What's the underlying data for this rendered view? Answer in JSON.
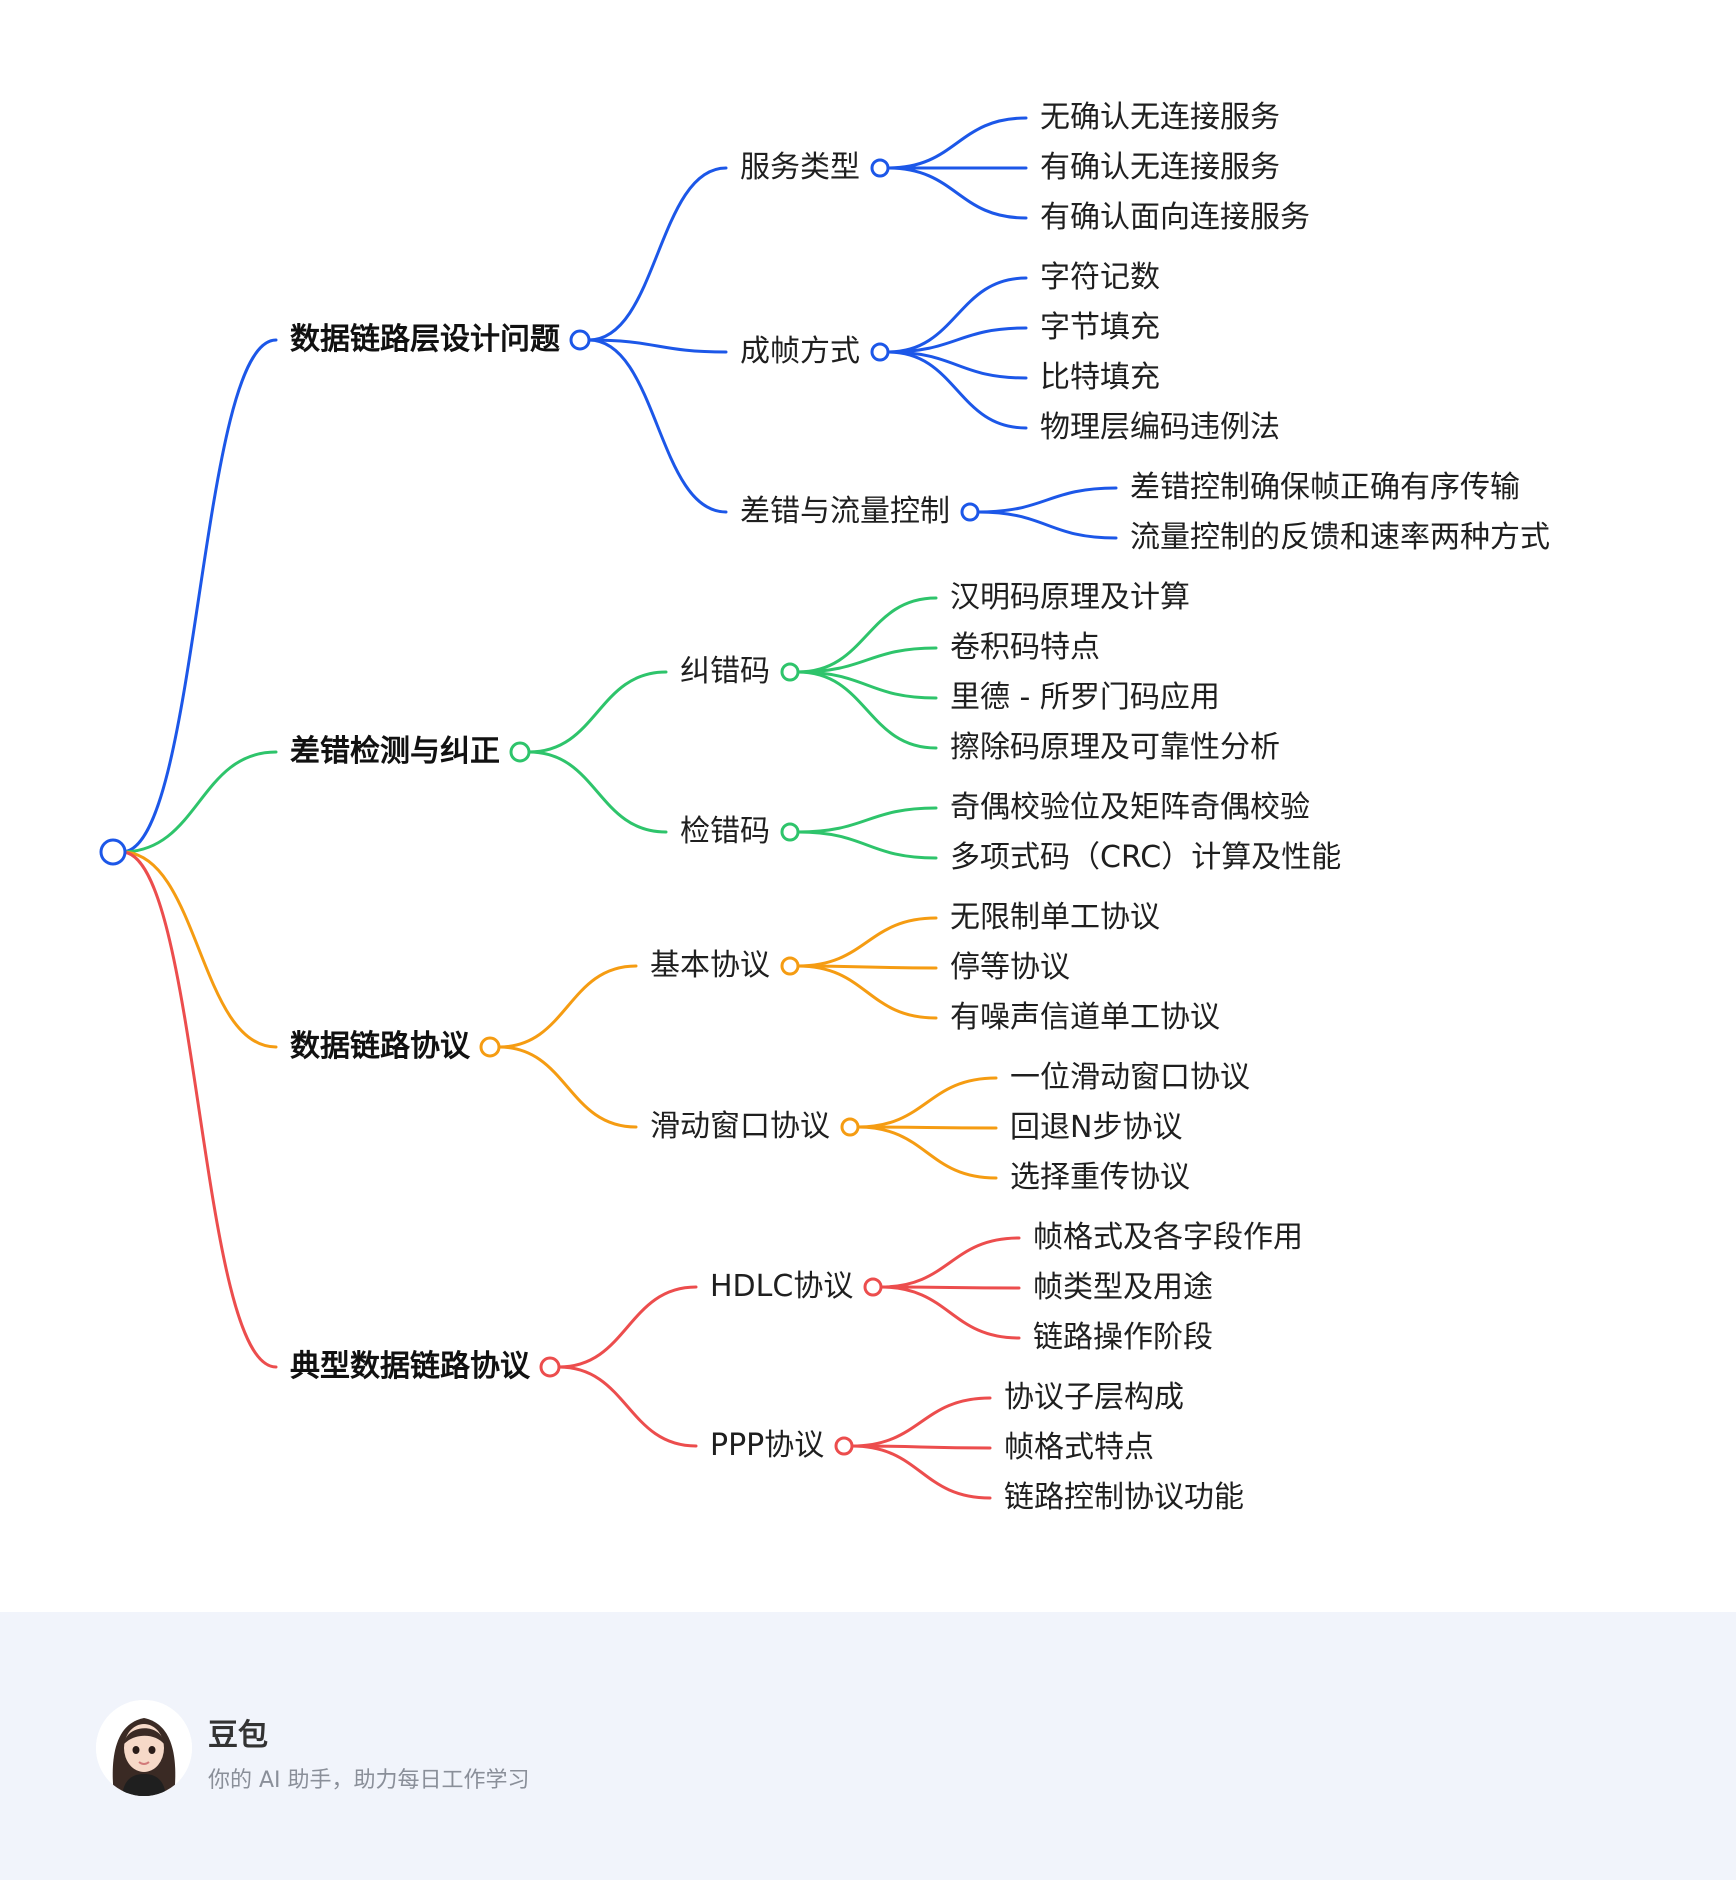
{
  "mindmap": {
    "branches": [
      {
        "label": "数据链路层设计问题",
        "color": "#1c57e8",
        "children": [
          {
            "label": "服务类型",
            "children": [
              "无确认无连接服务",
              "有确认无连接服务",
              "有确认面向连接服务"
            ]
          },
          {
            "label": "成帧方式",
            "children": [
              "字符记数",
              "字节填充",
              "比特填充",
              "物理层编码违例法"
            ]
          },
          {
            "label": "差错与流量控制",
            "children": [
              "差错控制确保帧正确有序传输",
              "流量控制的反馈和速率两种方式"
            ]
          }
        ]
      },
      {
        "label": "差错检测与纠正",
        "color": "#2ec46b",
        "children": [
          {
            "label": "纠错码",
            "children": [
              "汉明码原理及计算",
              "卷积码特点",
              "里德 - 所罗门码应用",
              "擦除码原理及可靠性分析"
            ]
          },
          {
            "label": "检错码",
            "children": [
              "奇偶校验位及矩阵奇偶校验",
              "多项式码（CRC）计算及性能"
            ]
          }
        ]
      },
      {
        "label": "数据链路协议",
        "color": "#f59c12",
        "children": [
          {
            "label": "基本协议",
            "children": [
              "无限制单工协议",
              "停等协议",
              "有噪声信道单工协议"
            ]
          },
          {
            "label": "滑动窗口协议",
            "children": [
              "一位滑动窗口协议",
              "回退N步协议",
              "选择重传协议"
            ]
          }
        ]
      },
      {
        "label": "典型数据链路协议",
        "color": "#ec4d4d",
        "children": [
          {
            "label": "HDLC协议",
            "children": [
              "帧格式及各字段作用",
              "帧类型及用途",
              "链路操作阶段"
            ]
          },
          {
            "label": "PPP协议",
            "children": [
              "协议子层构成",
              "帧格式特点",
              "链路控制协议功能"
            ]
          }
        ]
      }
    ]
  },
  "footer": {
    "name": "豆包",
    "tagline": "你的 AI 助手，助力每日工作学习",
    "avatar_icon": "avatar-icon"
  }
}
